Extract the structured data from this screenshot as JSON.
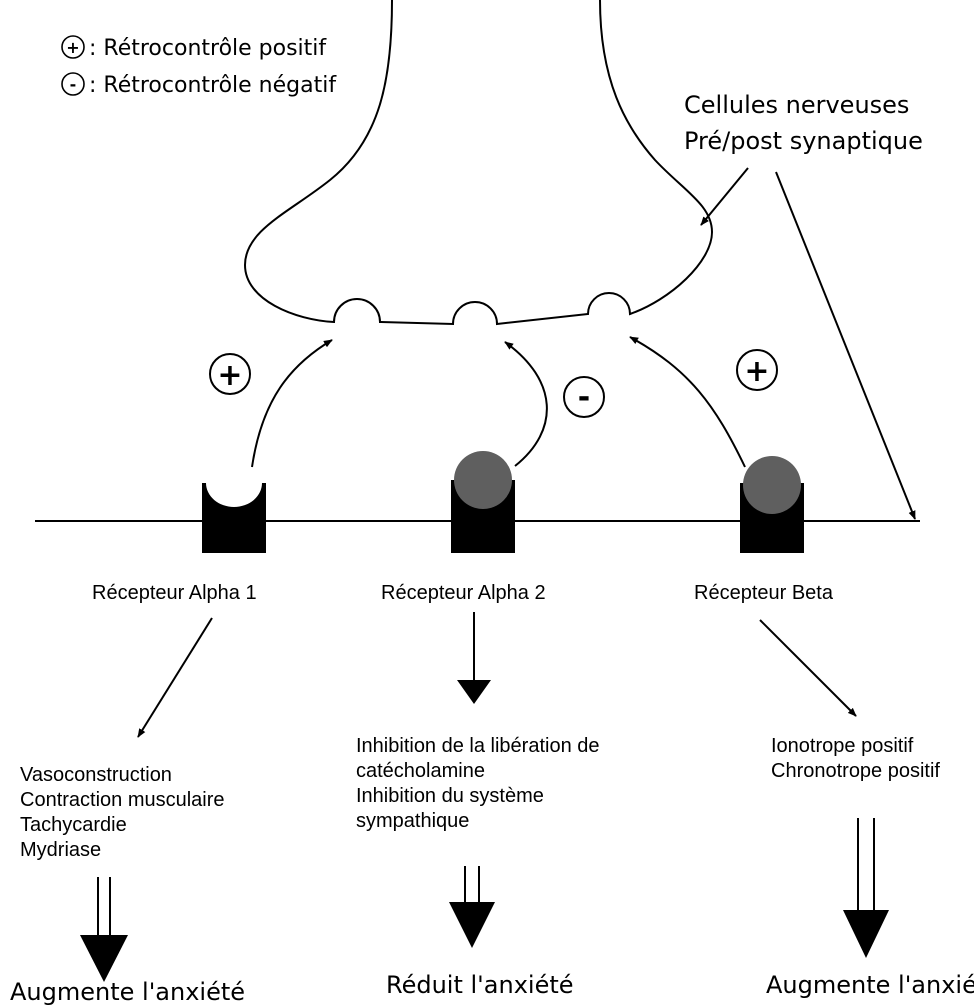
{
  "legend": {
    "positive_symbol": "+",
    "positive_text": ": Rétrocontrôle positif",
    "negative_symbol": "-",
    "negative_text": ": Rétrocontrôle négatif"
  },
  "nerve_cells": {
    "line1": "Cellules nerveuses",
    "line2": "Pré/post synaptique"
  },
  "feedback_signs": {
    "alpha1": "+",
    "alpha2": "-",
    "beta": "+"
  },
  "receptors": [
    {
      "label": "Récepteur Alpha 1",
      "effects": [
        "Vasoconstruction",
        "Contraction musculaire",
        "Tachycardie",
        "Mydriase"
      ],
      "outcome": "Augmente l'anxiété"
    },
    {
      "label": "Récepteur Alpha 2",
      "effects": [
        "Inhibition de la libération de",
        "catécholamine",
        "Inhibition du système",
        "sympathique"
      ],
      "outcome": "Réduit l'anxiété"
    },
    {
      "label": "Récepteur Beta",
      "effects": [
        "Ionotrope positif",
        "Chronotrope positif"
      ],
      "outcome": "Augmente l'anxiété"
    }
  ],
  "colors": {
    "receptor_fill": "#000000",
    "ligand_fill": "#5f5f5f",
    "line": "#000000"
  }
}
